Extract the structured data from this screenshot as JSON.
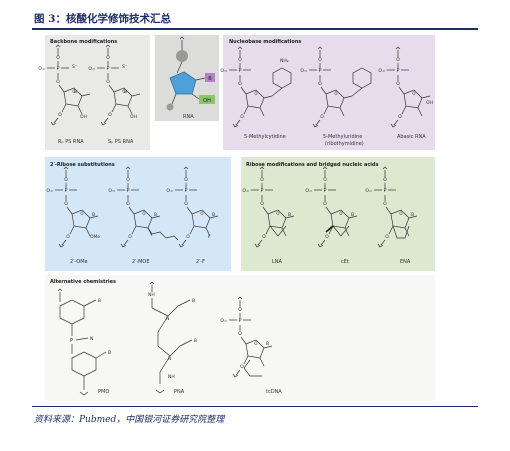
{
  "figure_title": "图 3：核酸化学修饰技术汇总",
  "source_note": "资料来源：Pubmed，中国银河证券研究院整理",
  "panels": {
    "backbone": {
      "title": "Backbone modifications",
      "labels": [
        "Rₚ PS RNA",
        "Sₚ PS RNA"
      ]
    },
    "rna": {
      "label": "RNA",
      "b": "B",
      "oh": "OH"
    },
    "nucleobase": {
      "title": "Nucleobase modifications",
      "labels": [
        "5-Methylcytidine",
        "5-Methyluridine",
        "(ribothymidine)",
        "Abasic RNA"
      ]
    },
    "ribose": {
      "title": "2′-Ribose substitutions",
      "labels": [
        "2′-OMe",
        "2′-MOE",
        "2′-F"
      ]
    },
    "bridged": {
      "title": "Ribose modifications and bridged nucleic acids",
      "labels": [
        "LNA",
        "cEt",
        "ENA"
      ]
    },
    "alternative": {
      "title": "Alternative chemistries",
      "labels": [
        "PMO",
        "PNA",
        "tcDNA"
      ]
    }
  },
  "colors": {
    "title_blue": "#1c2f6b",
    "backbone_bg": "#e9e9e7",
    "rna_bg": "#dcdcda",
    "nucleobase_bg": "#e6dceb",
    "ribose_bg": "#d4e7f6",
    "bridged_bg": "#dce8cf",
    "alternative_bg": "#f7f7f6",
    "accent_blue": "#4f9fd9",
    "accent_purple": "#b77fc6",
    "accent_green": "#8cc66a"
  }
}
